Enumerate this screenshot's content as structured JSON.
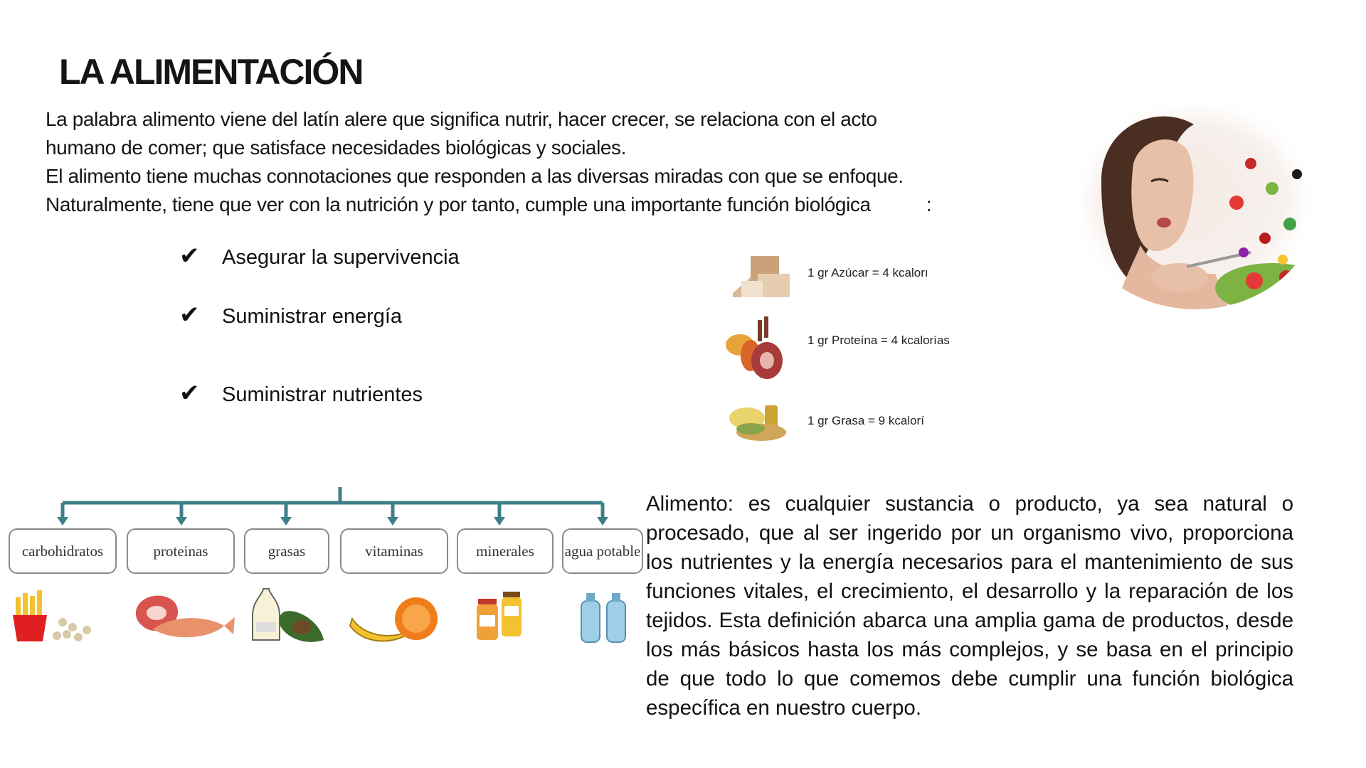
{
  "title": "LA ALIMENTACIÓN",
  "intro": {
    "line1": "La palabra alimento viene del latín alere que significa nutrir, hacer  crecer, se relaciona con el acto",
    "line2": "humano de comer; que satisface  necesidades biológicas y sociales.",
    "line3": "El alimento tiene muchas connotaciones que responden a las  diversas miradas con que se enfoque.",
    "line4": "Naturalmente, tiene que ver  con la nutrición y por tanto, cumple una importante función  biológica",
    "line4_colon": ":"
  },
  "functions": [
    {
      "check": "✔",
      "label": "Asegurar la supervivencia"
    },
    {
      "check": "✔",
      "label": "Suministrar energía"
    },
    {
      "check": "✔",
      "label": "Suministrar nutrientes"
    }
  ],
  "calories": [
    {
      "label": "1 gr Azúcar = 4 kcalorı",
      "icon": "sugar-cubes-icon"
    },
    {
      "label": "1 gr Proteína = 4 kcalorías",
      "icon": "protein-food-icon"
    },
    {
      "label": "1 gr Grasa = 9 kcalorí",
      "icon": "fat-food-icon"
    }
  ],
  "nutrients": [
    {
      "label": "carbohidratos",
      "icon": "fries-and-grains-icon"
    },
    {
      "label": "proteinas",
      "icon": "meat-and-fish-icon"
    },
    {
      "label": "grasas",
      "icon": "oil-and-avocado-icon"
    },
    {
      "label": "vitaminas",
      "icon": "banana-and-orange-icon"
    },
    {
      "label": "minerales",
      "icon": "mineral-bottles-icon"
    },
    {
      "label": "agua potable",
      "icon": "water-bottles-icon"
    }
  ],
  "definition": {
    "term": "Alimento:",
    "text": "es cualquier sustancia o producto, ya sea natural o procesado, que al ser ingerido por un organismo vivo, proporciona los nutrientes y la energía necesarios para el mantenimiento de sus funciones vitales, el crecimiento, el desarrollo y la reparación de los tejidos. Esta definición abarca una amplia gama de productos, desde los más básicos hasta los más complejos, y se basa en el principio de que todo lo que comemos debe cumplir una función biológica específica en nuestro cuerpo."
  },
  "colors": {
    "tree_line": "#3f7f88",
    "text": "#111111",
    "node_border": "#8a8a8a"
  }
}
